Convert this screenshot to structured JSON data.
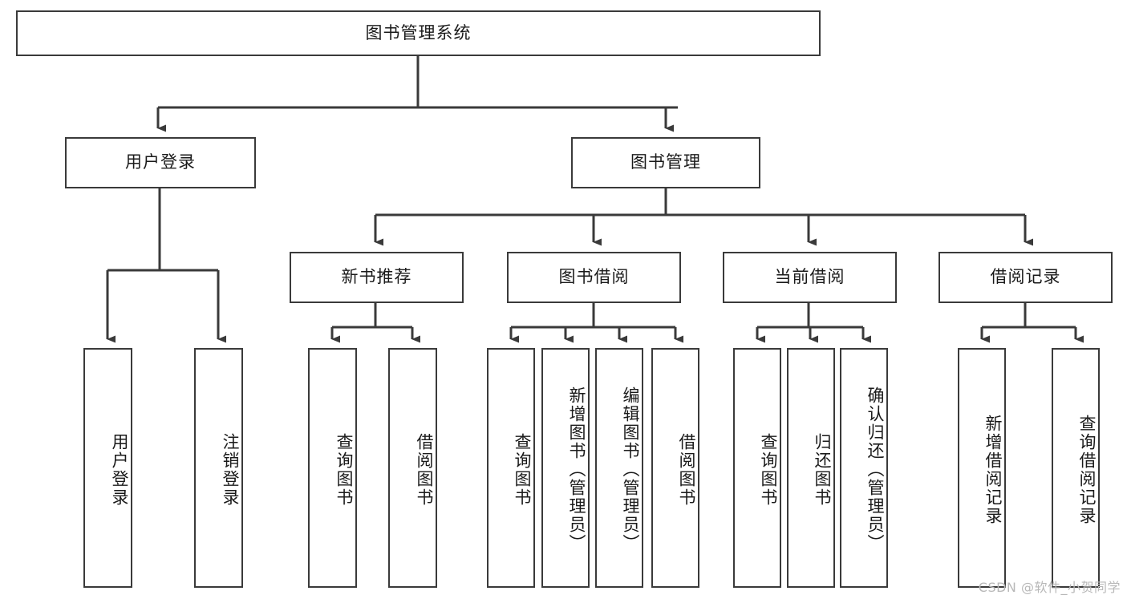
{
  "diagram": {
    "type": "tree-hierarchy",
    "title": "图书管理系统",
    "watermark": "CSDN @软件_小贺同学",
    "colors": {
      "box_border": "#3a3a3a",
      "box_fill": "#ffffff",
      "connector": "#3a3a3a",
      "text": "#1a1a1a",
      "watermark": "#b8b8b8",
      "background": "#ffffff"
    },
    "root": {
      "label": "图书管理系统"
    },
    "level2": [
      {
        "label": "用户登录"
      },
      {
        "label": "图书管理"
      }
    ],
    "level3": [
      {
        "label": "新书推荐"
      },
      {
        "label": "图书借阅"
      },
      {
        "label": "当前借阅"
      },
      {
        "label": "借阅记录"
      }
    ],
    "leaves": {
      "user_login": [
        {
          "label": "用户登录"
        },
        {
          "label": "注销登录"
        }
      ],
      "new_book_recommend": [
        {
          "label": "查询图书"
        },
        {
          "label": "借阅图书"
        }
      ],
      "book_borrow": [
        {
          "label": "查询图书"
        },
        {
          "label": "新增图书（管理员）"
        },
        {
          "label": "编辑图书（管理员）"
        },
        {
          "label": "借阅图书"
        }
      ],
      "current_borrow": [
        {
          "label": "查询图书"
        },
        {
          "label": "归还图书"
        },
        {
          "label": "确认归还（管理员）"
        }
      ],
      "borrow_record": [
        {
          "label": "新增借阅记录"
        },
        {
          "label": "查询借阅记录"
        }
      ]
    }
  }
}
